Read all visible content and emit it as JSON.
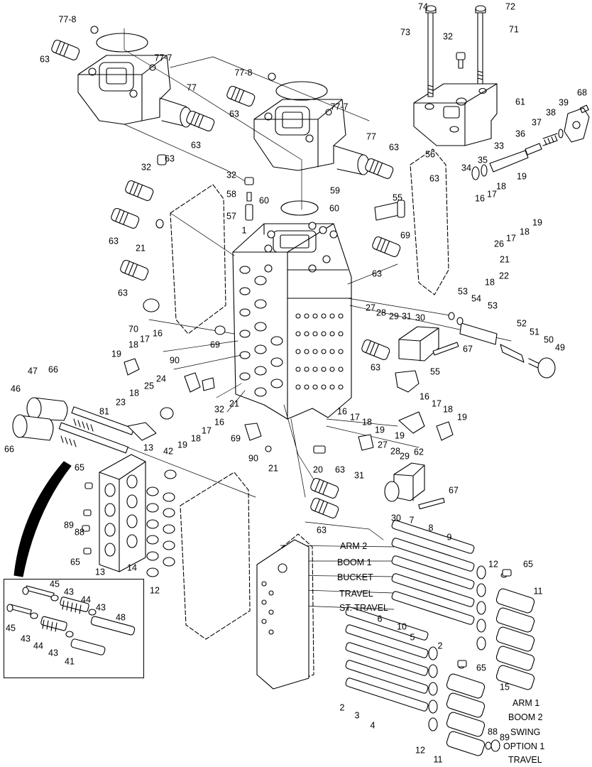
{
  "callouts": [
    {
      "id": "c1",
      "text": "74"
    },
    {
      "id": "c2",
      "text": "72"
    },
    {
      "id": "c3",
      "text": "73"
    },
    {
      "id": "c4",
      "text": "71"
    },
    {
      "id": "c5",
      "text": "32"
    },
    {
      "id": "c6",
      "text": "77-8"
    },
    {
      "id": "c7",
      "text": "63"
    },
    {
      "id": "c8",
      "text": "77-7"
    },
    {
      "id": "c9",
      "text": "77"
    },
    {
      "id": "c10",
      "text": "63"
    },
    {
      "id": "c11",
      "text": "77-8"
    },
    {
      "id": "c12",
      "text": "77-7"
    },
    {
      "id": "c13",
      "text": "63"
    },
    {
      "id": "c14",
      "text": "61"
    },
    {
      "id": "c15",
      "text": "68"
    },
    {
      "id": "c16",
      "text": "39"
    },
    {
      "id": "c17",
      "text": "38"
    },
    {
      "id": "c18",
      "text": "37"
    },
    {
      "id": "c19",
      "text": "36"
    },
    {
      "id": "c20",
      "text": "33"
    },
    {
      "id": "c21",
      "text": "77"
    },
    {
      "id": "c22",
      "text": "63"
    },
    {
      "id": "c23",
      "text": "56"
    },
    {
      "id": "c24",
      "text": "34"
    },
    {
      "id": "c25",
      "text": "35"
    },
    {
      "id": "c26",
      "text": "32"
    },
    {
      "id": "c27",
      "text": "63"
    },
    {
      "id": "c28",
      "text": "32"
    },
    {
      "id": "c29",
      "text": "19"
    },
    {
      "id": "c30",
      "text": "18"
    },
    {
      "id": "c31",
      "text": "58"
    },
    {
      "id": "c32",
      "text": "59"
    },
    {
      "id": "c33",
      "text": "63"
    },
    {
      "id": "c34",
      "text": "55"
    },
    {
      "id": "c35",
      "text": "16"
    },
    {
      "id": "c36",
      "text": "17"
    },
    {
      "id": "c37",
      "text": "19"
    },
    {
      "id": "c38",
      "text": "57"
    },
    {
      "id": "c39",
      "text": "60"
    },
    {
      "id": "c40",
      "text": "60"
    },
    {
      "id": "c41",
      "text": "18"
    },
    {
      "id": "c42",
      "text": "17"
    },
    {
      "id": "c43",
      "text": "63"
    },
    {
      "id": "c44",
      "text": "21"
    },
    {
      "id": "c45",
      "text": "1"
    },
    {
      "id": "c46",
      "text": "69"
    },
    {
      "id": "c47",
      "text": "26"
    },
    {
      "id": "c48",
      "text": "21"
    },
    {
      "id": "c49",
      "text": "63"
    },
    {
      "id": "c50",
      "text": "63"
    },
    {
      "id": "c51",
      "text": "22"
    },
    {
      "id": "c52",
      "text": "18"
    },
    {
      "id": "c53",
      "text": "53"
    },
    {
      "id": "c54",
      "text": "54"
    },
    {
      "id": "c55",
      "text": "53"
    },
    {
      "id": "c56",
      "text": "70"
    },
    {
      "id": "c57",
      "text": "27"
    },
    {
      "id": "c58",
      "text": "28"
    },
    {
      "id": "c59",
      "text": "29"
    },
    {
      "id": "c60",
      "text": "31"
    },
    {
      "id": "c61",
      "text": "30"
    },
    {
      "id": "c62",
      "text": "52"
    },
    {
      "id": "c63",
      "text": "51"
    },
    {
      "id": "c64",
      "text": "50"
    },
    {
      "id": "c65",
      "text": "49"
    },
    {
      "id": "c66",
      "text": "16"
    },
    {
      "id": "c67",
      "text": "17"
    },
    {
      "id": "c68",
      "text": "18"
    },
    {
      "id": "c69",
      "text": "69"
    },
    {
      "id": "c70",
      "text": "67"
    },
    {
      "id": "c71",
      "text": "19"
    },
    {
      "id": "c72",
      "text": "63"
    },
    {
      "id": "c73",
      "text": "55"
    },
    {
      "id": "c74",
      "text": "90"
    },
    {
      "id": "c75",
      "text": "47"
    },
    {
      "id": "c76",
      "text": "66"
    },
    {
      "id": "c77",
      "text": "24"
    },
    {
      "id": "c78",
      "text": "25"
    },
    {
      "id": "c79",
      "text": "46"
    },
    {
      "id": "c80",
      "text": "18"
    },
    {
      "id": "c81",
      "text": "23"
    },
    {
      "id": "c82",
      "text": "32"
    },
    {
      "id": "c83",
      "text": "21"
    },
    {
      "id": "c84",
      "text": "16"
    },
    {
      "id": "c85",
      "text": "17"
    },
    {
      "id": "c86",
      "text": "18"
    },
    {
      "id": "c87",
      "text": "19"
    },
    {
      "id": "c88",
      "text": "81"
    },
    {
      "id": "c89",
      "text": "19"
    },
    {
      "id": "c90",
      "text": "18"
    },
    {
      "id": "c91",
      "text": "17"
    },
    {
      "id": "c92",
      "text": "16"
    },
    {
      "id": "c93",
      "text": "16"
    },
    {
      "id": "c94",
      "text": "17"
    },
    {
      "id": "c95",
      "text": "18"
    },
    {
      "id": "c96",
      "text": "19"
    },
    {
      "id": "c97",
      "text": "66"
    },
    {
      "id": "c98",
      "text": "69"
    },
    {
      "id": "c99",
      "text": "19"
    },
    {
      "id": "c100",
      "text": "62"
    },
    {
      "id": "c101",
      "text": "13"
    },
    {
      "id": "c102",
      "text": "42"
    },
    {
      "id": "c103",
      "text": "90"
    },
    {
      "id": "c104",
      "text": "21"
    },
    {
      "id": "c105",
      "text": "27"
    },
    {
      "id": "c106",
      "text": "28"
    },
    {
      "id": "c107",
      "text": "29"
    },
    {
      "id": "c108",
      "text": "20"
    },
    {
      "id": "c109",
      "text": "63"
    },
    {
      "id": "c110",
      "text": "31"
    },
    {
      "id": "c111",
      "text": "65"
    },
    {
      "id": "c112",
      "text": "67"
    },
    {
      "id": "c113",
      "text": "89"
    },
    {
      "id": "c114",
      "text": "88"
    },
    {
      "id": "c115",
      "text": "30"
    },
    {
      "id": "c116",
      "text": "63"
    },
    {
      "id": "c117",
      "text": "65"
    },
    {
      "id": "c118",
      "text": "14"
    },
    {
      "id": "c119",
      "text": "13"
    },
    {
      "id": "c120",
      "text": "12"
    },
    {
      "id": "c121",
      "text": "7"
    },
    {
      "id": "c122",
      "text": "8"
    },
    {
      "id": "c123",
      "text": "9"
    },
    {
      "id": "c124",
      "text": "12"
    },
    {
      "id": "c125",
      "text": "65"
    },
    {
      "id": "c126",
      "text": "11"
    },
    {
      "id": "c127",
      "text": "45"
    },
    {
      "id": "c128",
      "text": "43"
    },
    {
      "id": "c129",
      "text": "44"
    },
    {
      "id": "c130",
      "text": "43"
    },
    {
      "id": "c131",
      "text": "45"
    },
    {
      "id": "c132",
      "text": "48"
    },
    {
      "id": "c133",
      "text": "43"
    },
    {
      "id": "c134",
      "text": "44"
    },
    {
      "id": "c135",
      "text": "43"
    },
    {
      "id": "c136",
      "text": "41"
    },
    {
      "id": "c137",
      "text": "10"
    },
    {
      "id": "c138",
      "text": "2"
    },
    {
      "id": "c139",
      "text": "6"
    },
    {
      "id": "c140",
      "text": "5"
    },
    {
      "id": "c141",
      "text": "15"
    },
    {
      "id": "c142",
      "text": "65"
    },
    {
      "id": "c143",
      "text": "2"
    },
    {
      "id": "c144",
      "text": "3"
    },
    {
      "id": "c145",
      "text": "4"
    },
    {
      "id": "c146",
      "text": "12"
    },
    {
      "id": "c147",
      "text": "11"
    },
    {
      "id": "c148",
      "text": "88"
    },
    {
      "id": "c149",
      "text": "89"
    }
  ],
  "functions_upper": [
    "ARM 2",
    "BOOM 1",
    "BUCKET",
    "TRAVEL",
    "ST. TRAVEL"
  ],
  "functions_lower": [
    "ARM 1",
    "BOOM 2",
    "SWING",
    "OPTION 1",
    "TRAVEL"
  ]
}
